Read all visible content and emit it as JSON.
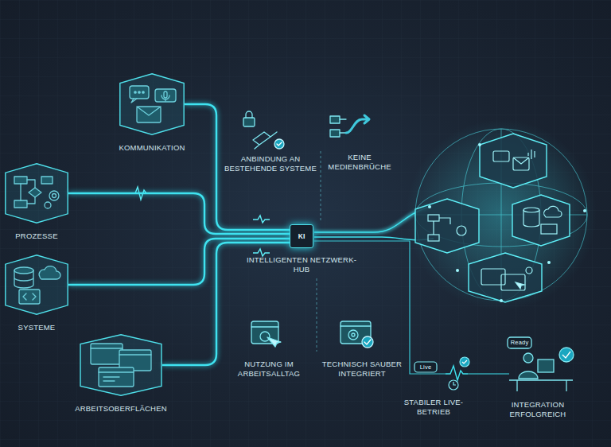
{
  "diagram": {
    "nodes": [
      {
        "text": [
          "KOMMUNIKATION"
        ]
      },
      {
        "text": [
          "PROZESSE"
        ]
      },
      {
        "text": [
          "SYSTEME"
        ]
      },
      {
        "text": [
          "ARBEITSOBERFLÄCHEN"
        ]
      },
      {
        "text": [
          "KI",
          "INTELLIGENTEN NETZWERK-HUB"
        ]
      }
    ],
    "edges": [
      {
        "from": 0,
        "to": 4,
        "arrow": "none"
      },
      {
        "from": 1,
        "to": 4,
        "arrow": "none"
      },
      {
        "from": 2,
        "to": 4,
        "arrow": "none"
      },
      {
        "from": 3,
        "to": 4,
        "arrow": "none"
      }
    ],
    "labels": [
      "ANBINDUNG AN BESTEHENDE SYSTEME",
      "KEINE MEDIENBRÜCHE",
      "NUTZUNG IM ARBEITSALLTAG",
      "TECHNISCH SAUBER INTEGRIERT",
      "Live",
      "STABILER LIVE-BETRIEB",
      "Ready",
      "INTEGRATION ERFOLGREICH"
    ]
  }
}
